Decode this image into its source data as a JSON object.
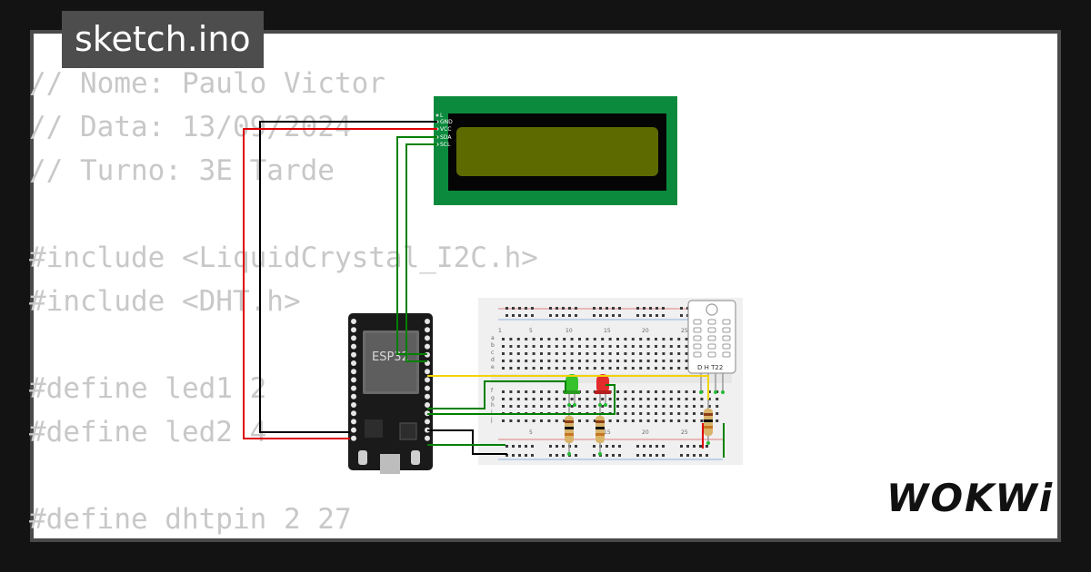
{
  "file_tab": {
    "label": "sketch.ino"
  },
  "code_lines": [
    "// Nome: Paulo Victor",
    "// Data: 13/09/2024",
    "// Turno: 3E Tarde",
    "",
    "#include <LiquidCrystal_I2C.h>",
    "#include <DHT.h>",
    "",
    "#define led1 2",
    "#define led2 4",
    "",
    "#define dhtpin 2 27"
  ],
  "components": {
    "mcu_label": "ESP32",
    "lcd_pins": [
      "L",
      "GND",
      "VCC",
      "SDA",
      "SCL"
    ],
    "sensor_label": "D H T22",
    "breadboard_columns": [
      "1",
      "5",
      "10",
      "15",
      "20",
      "25"
    ],
    "breadboard_rows_top": [
      "a",
      "b",
      "c",
      "d",
      "e"
    ],
    "breadboard_rows_bottom": [
      "f",
      "g",
      "h",
      "i",
      "j"
    ]
  },
  "branding": {
    "logo": "WOKWi"
  },
  "colors": {
    "page_bg": "#131313",
    "card_border": "#4a4a4a",
    "code_text": "#c8c8c8",
    "tab_bg": "#4d4d4d",
    "lcd_board": "#0b8a3d",
    "lcd_screen": "#5d6a00",
    "wire_black": "#000000",
    "wire_red": "#dd0000",
    "wire_green": "#008000",
    "wire_yellow": "#f2d300",
    "led_green": "#36c22a",
    "led_red": "#e22b2b"
  }
}
